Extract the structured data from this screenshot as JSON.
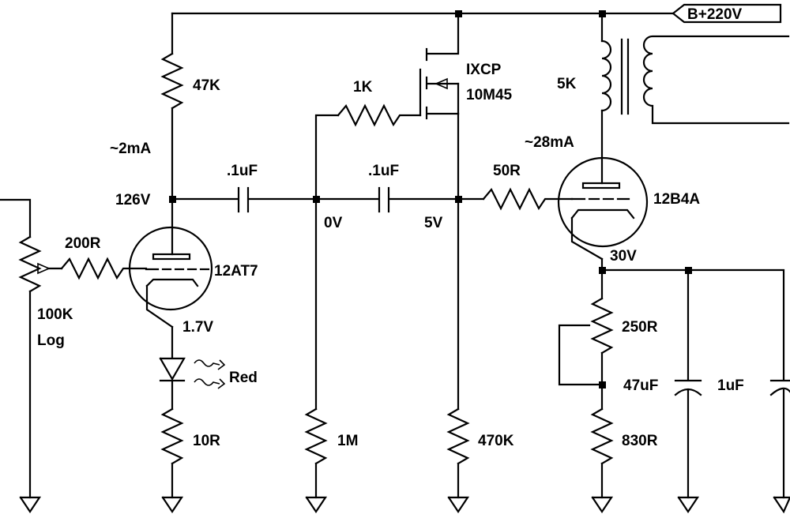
{
  "supply": {
    "label": "B+220V"
  },
  "input": {
    "pot_value": "100K",
    "pot_taper": "Log",
    "grid_resistor": "200R"
  },
  "stage1": {
    "tube": "12AT7",
    "plate_resistor": "47K",
    "plate_current": "~2mA",
    "plate_voltage": "126V",
    "cathode_voltage": "1.7V",
    "led_label": "Red",
    "cathode_resistor": "10R"
  },
  "coupling": {
    "cap1": ".1uF",
    "cap2": ".1uF",
    "node_0v": "0V",
    "node_5v": "5V",
    "gate_resistor": "1K",
    "r_1m": "1M",
    "r_470k": "470K"
  },
  "follower": {
    "mosfet_line1": "IXCP",
    "mosfet_line2": "10M45"
  },
  "stage2": {
    "tube": "12B4A",
    "grid_stopper": "50R",
    "plate_current": "~28mA",
    "transformer": "5K",
    "cathode_voltage": "30V",
    "cathode_pot": "250R",
    "cathode_resistor": "830R",
    "cap_electrolytic": "47uF",
    "cap_film": "1uF"
  }
}
